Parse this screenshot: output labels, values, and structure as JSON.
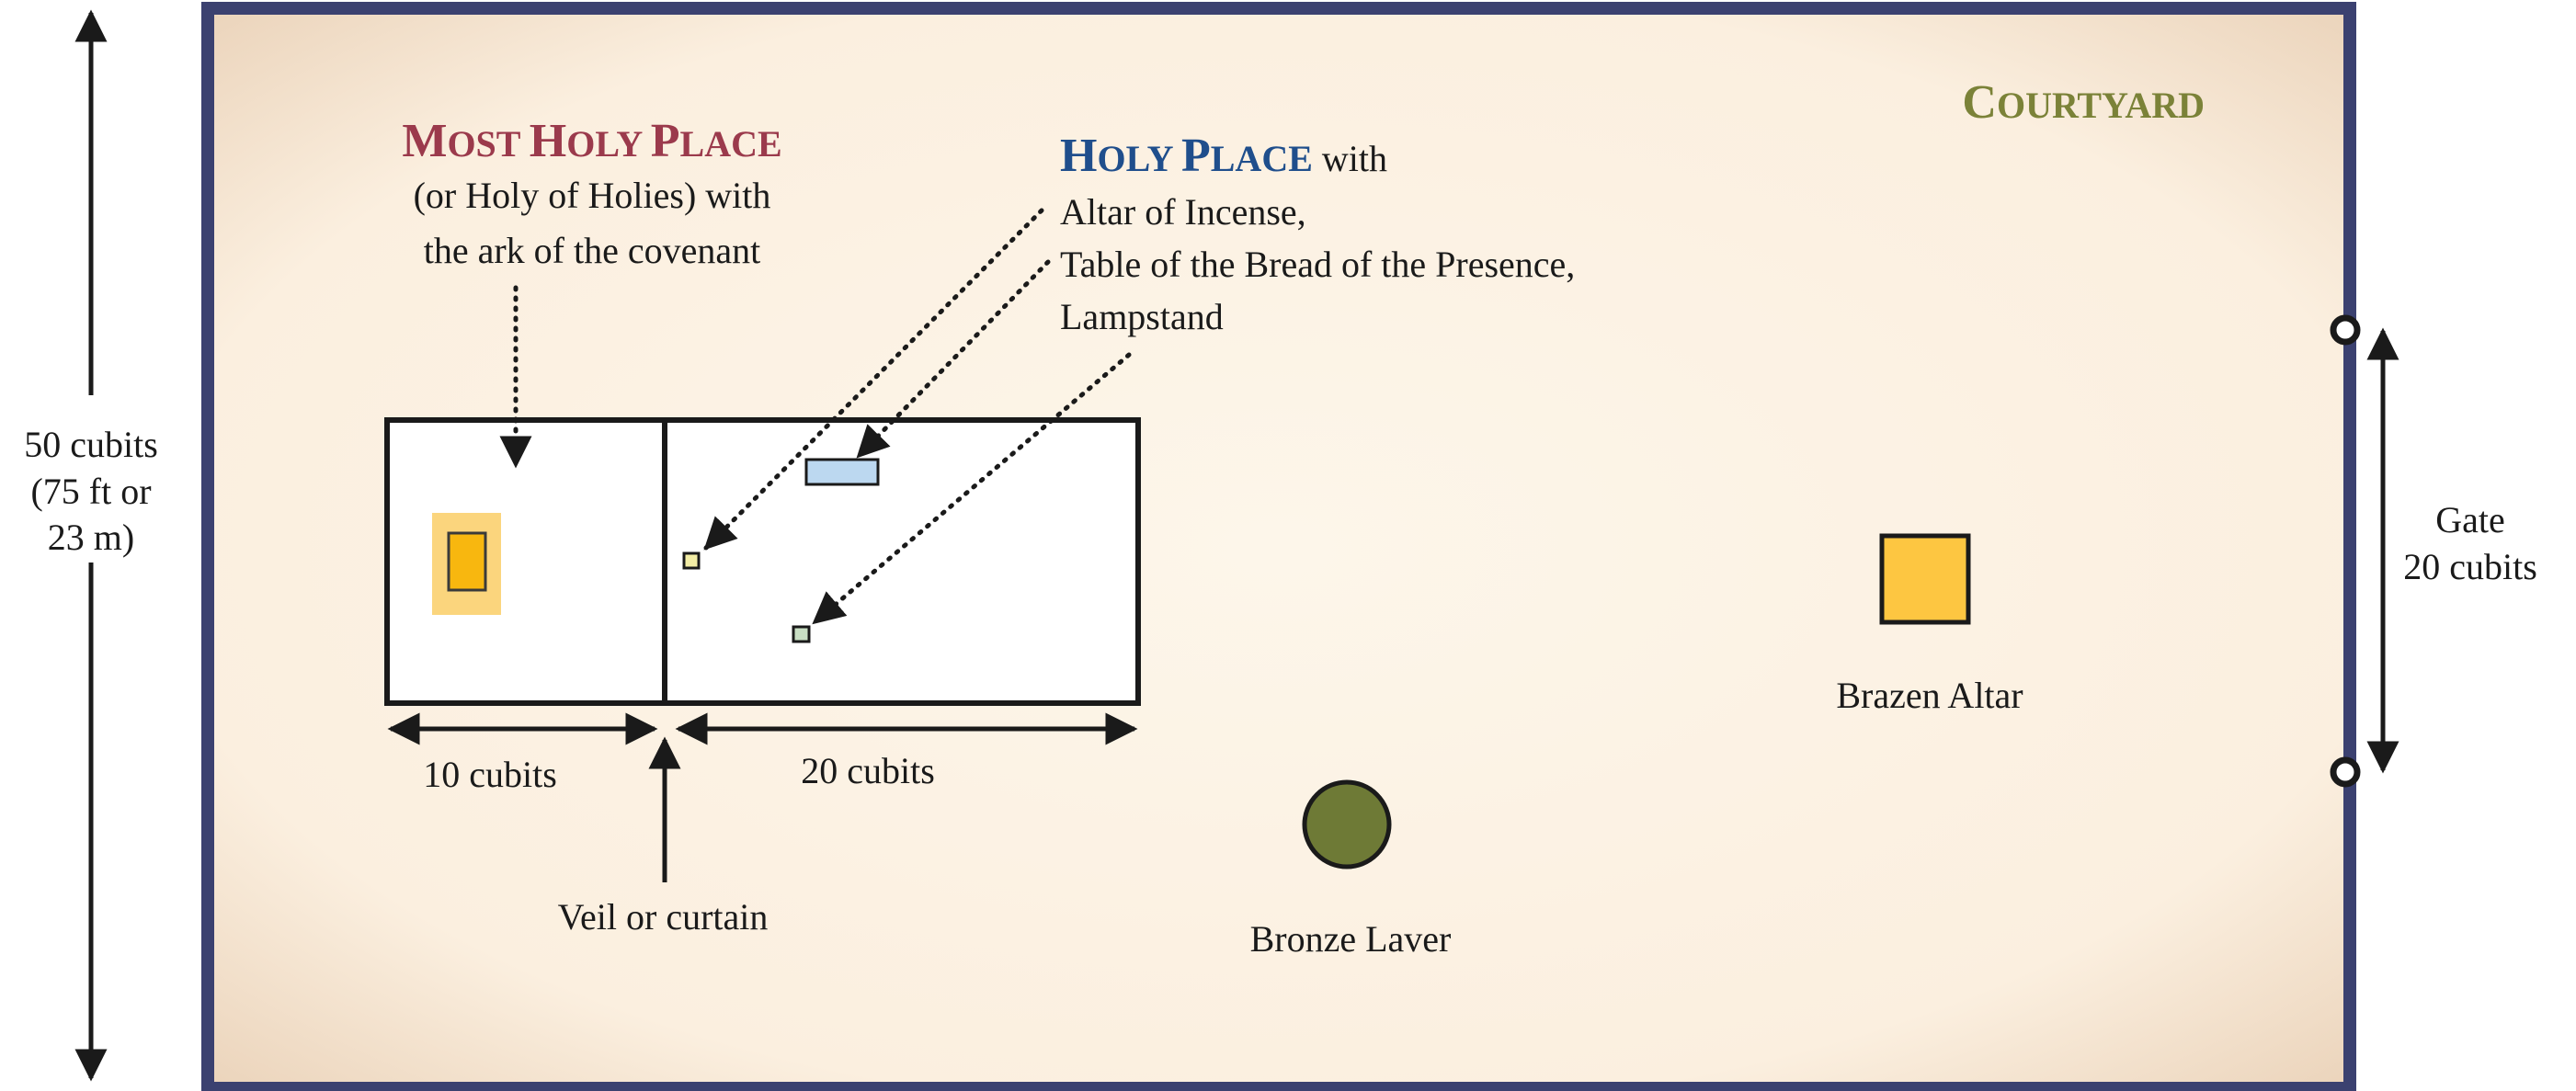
{
  "colors": {
    "border": "#3b4170",
    "parchment_center": "#fdf6ea",
    "parchment_edge": "#e7cdb2",
    "most_holy_title": "#9b3a4c",
    "holy_place_title": "#1f4e8c",
    "courtyard_title": "#7b8238",
    "ark_outer": "#fbd57d",
    "ark_inner": "#f8b70f",
    "table_fill": "#bcd8f0",
    "incense_fill": "#f3eda5",
    "lampstand_fill": "#c8dec3",
    "brazen_altar_fill": "#fdc641",
    "laver_fill": "#6e7a36"
  },
  "courtyard": {
    "title_first": "C",
    "title_rest": "OURTYARD"
  },
  "most_holy_place": {
    "title_parts": [
      "M",
      "OST ",
      "H",
      "OLY ",
      "P",
      "LACE"
    ],
    "line2": "(or Holy of Holies) with",
    "line3": "the ark of the covenant"
  },
  "holy_place": {
    "title_parts": [
      "H",
      "OLY ",
      "P",
      "LACE"
    ],
    "title_suffix": " with",
    "items": [
      "Altar of Incense,",
      "Table of the Bread of the Presence,",
      "Lampstand"
    ]
  },
  "dimensions": {
    "height_line1": "50 cubits",
    "height_line2": "(75 ft or",
    "height_line3": "23 m)",
    "most_holy_width": "10 cubits",
    "holy_width": "20 cubits",
    "gate_line1": "Gate",
    "gate_line2": "20 cubits"
  },
  "labels": {
    "veil": "Veil or curtain",
    "bronze_laver": "Bronze Laver",
    "brazen_altar": "Brazen Altar"
  }
}
